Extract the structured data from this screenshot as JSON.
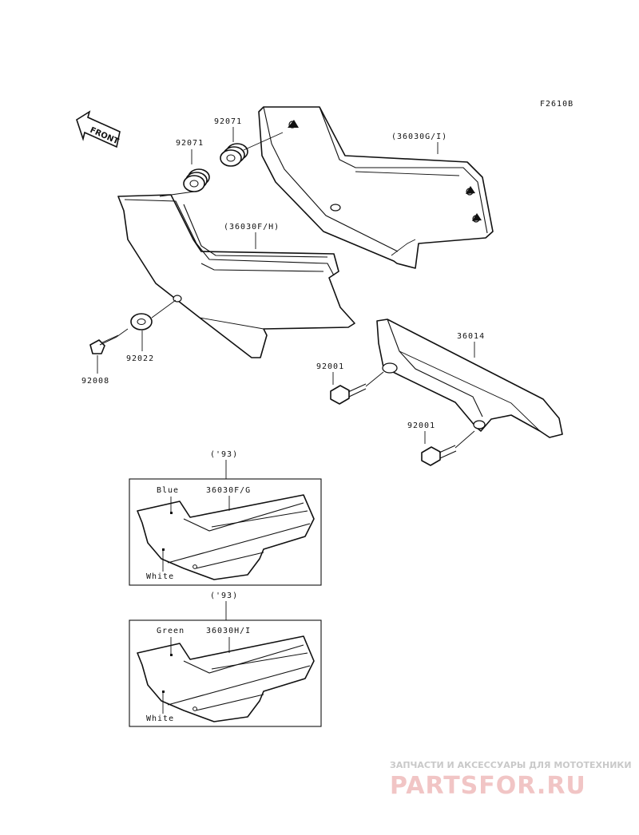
{
  "diagram_code": "F2610B",
  "front_label": "FRONT",
  "labels": {
    "cover_right": "(36030G/I)",
    "cover_left": "(36030F/H)",
    "grommet_a": "92071",
    "grommet_b": "92071",
    "washer": "92022",
    "screw": "92008",
    "chain_cover": "36014",
    "bolt_a": "92001",
    "bolt_b": "92001"
  },
  "inset_blue": {
    "year": "('93)",
    "part": "36030F/G",
    "color_top": "Blue",
    "color_bottom": "White"
  },
  "inset_green": {
    "year": "('93)",
    "part": "36030H/I",
    "color_top": "Green",
    "color_bottom": "White"
  },
  "watermark": {
    "tagline": "ЗАПЧАСТИ И АКСЕССУАРЫ ДЛЯ МОТОТЕХНИКИ",
    "logo": "PARTSFOR.RU"
  }
}
